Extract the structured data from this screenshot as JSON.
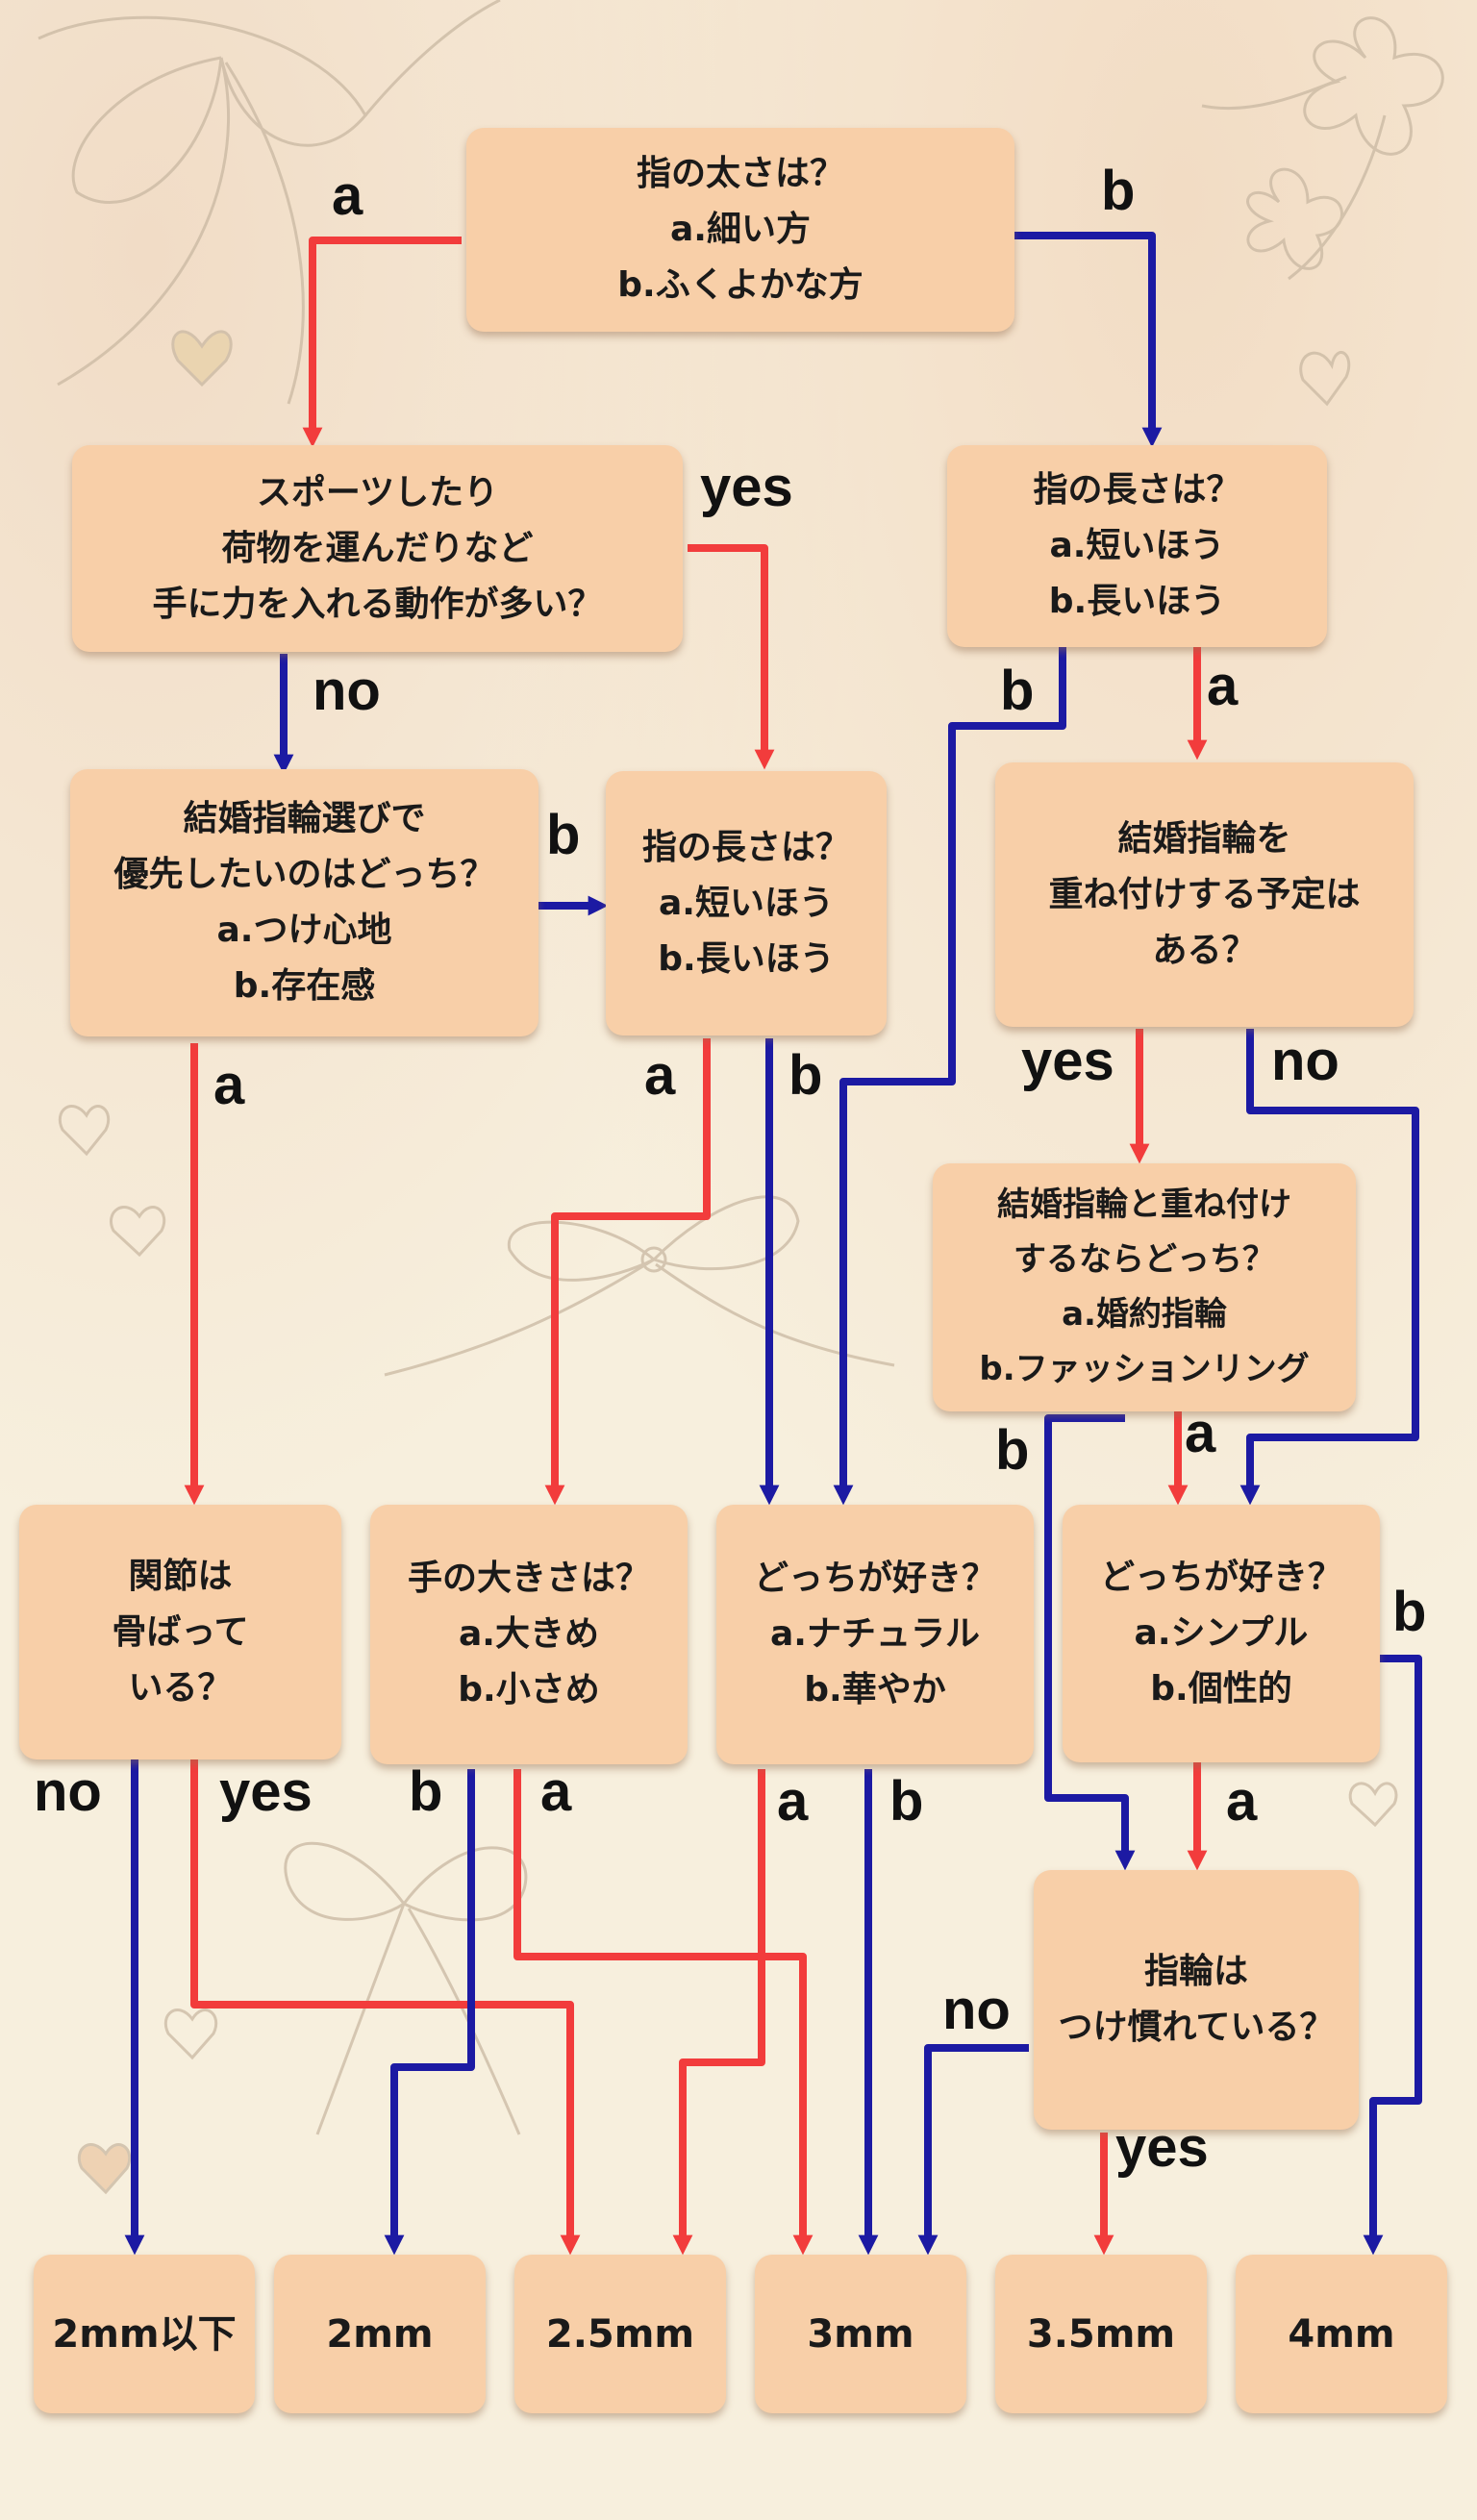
{
  "colors": {
    "path_a": "#f23c3c",
    "path_b": "#1c1aa3",
    "box": "#f8cfa8",
    "text": "#1a1a1a"
  },
  "nodes": {
    "q_thickness": [
      "指の太さは？",
      "a.細い方",
      "b.ふくよかな方"
    ],
    "q_sports": [
      "スポーツしたり",
      "荷物を運んだりなど",
      "手に力を入れる動作が多い？"
    ],
    "q_length_right": [
      "指の長さは？",
      "a.短いほう",
      "b.長いほう"
    ],
    "q_priority": [
      "結婚指輪選びで",
      "優先したいのはどっち？",
      "a.つけ心地",
      "b.存在感"
    ],
    "q_length_mid": [
      "指の長さは？",
      "a.短いほう",
      "b.長いほう"
    ],
    "q_stack_plan": [
      "結婚指輪を",
      "重ね付けする予定は",
      "ある？"
    ],
    "q_stack_with": [
      "結婚指輪と重ね付け",
      "するならどっち？",
      "a.婚約指輪",
      "b.ファッションリング"
    ],
    "q_joints": [
      "関節は",
      "骨ばって",
      "いる？"
    ],
    "q_hand_size": [
      "手の大きさは？",
      "a.大きめ",
      "b.小さめ"
    ],
    "q_prefer_natural": [
      "どっちが好き？",
      "a.ナチュラル",
      "b.華やか"
    ],
    "q_prefer_simple": [
      "どっちが好き？",
      "a.シンプル",
      "b.個性的"
    ],
    "q_used_to_ring": [
      "指輪は",
      "つけ慣れている？"
    ]
  },
  "results": [
    "2mm以下",
    "2mm",
    "2.5mm",
    "3mm",
    "3.5mm",
    "4mm"
  ],
  "edge_labels": {
    "a1": "a",
    "b1": "b",
    "yes_sports": "yes",
    "no_sports": "no",
    "b_priority": "b",
    "a_priority": "a",
    "b_len_right": "b",
    "a_len_right": "a",
    "a_len_mid": "a",
    "b_len_mid": "b",
    "yes_stack": "yes",
    "no_stack": "no",
    "b_stack_with": "b",
    "a_stack_with": "a",
    "no_joints": "no",
    "yes_joints": "yes",
    "b_hand": "b",
    "a_hand": "a",
    "a_natural": "a",
    "b_natural": "b",
    "b_simple": "b",
    "a_simple": "a",
    "no_used": "no",
    "yes_used": "yes"
  }
}
